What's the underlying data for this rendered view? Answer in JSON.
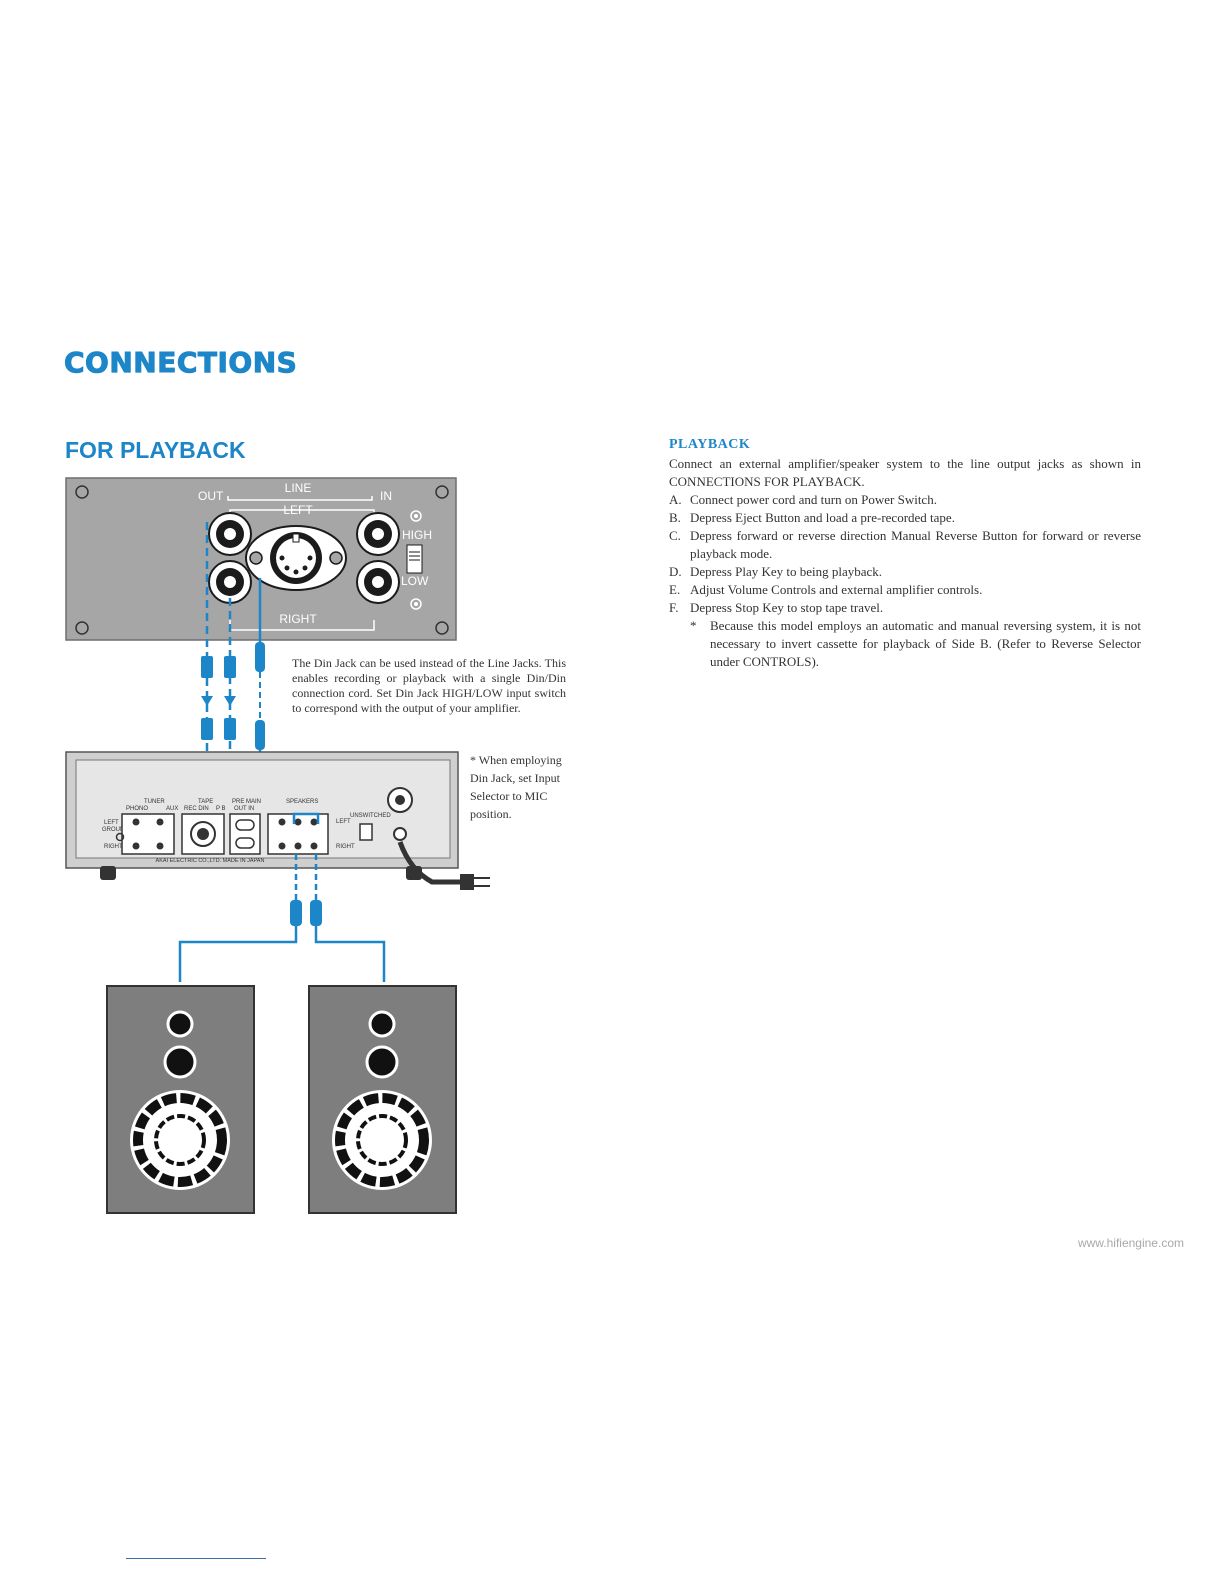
{
  "page": {
    "title": "CONNECTIONS",
    "section": "FOR PLAYBACK",
    "watermark": "www.hifiengine.com"
  },
  "diagram": {
    "deck_panel": {
      "line": "LINE",
      "out": "OUT",
      "in": "IN",
      "left": "LEFT",
      "right": "RIGHT",
      "high": "HIGH",
      "low": "LOW"
    },
    "amp_panel": {
      "tuner": "TUNER",
      "phono": "PHONO",
      "aux": "AUX",
      "tape": "TAPE",
      "rec_din": "REC DIN",
      "pb": "P B",
      "pre_main": "PRE MAIN",
      "out_in": "OUT IN",
      "speakers": "SPEAKERS",
      "unswitched": "UNSWITCHED",
      "left_ground": "LEFT",
      "ground": "GROUND",
      "right": "RIGHT",
      "left_out": "LEFT",
      "right_out": "RIGHT",
      "maker": "AKAI ELECTRIC CO.,LTD. MADE IN JAPAN"
    },
    "din_note": "The Din Jack can be used instead of the Line Jacks. This enables recording or playback with a single Din/Din connection cord. Set Din Jack HIGH/LOW input switch to correspond with the output of your amplifier.",
    "din_note2": "* When employing Din Jack, set Input Selector to MIC position."
  },
  "playback": {
    "heading": "PLAYBACK",
    "intro": "Connect an external amplifier/speaker system to the line output jacks as shown in CONNECTIONS FOR PLAYBACK.",
    "steps": [
      {
        "marker": "A.",
        "text": "Connect power cord and turn on Power Switch."
      },
      {
        "marker": "B.",
        "text": "Depress Eject Button and load a pre-recorded tape."
      },
      {
        "marker": "C.",
        "text": "Depress forward or reverse direction Manual Reverse Button for forward or reverse playback mode."
      },
      {
        "marker": "D.",
        "text": "Depress Play Key to being playback."
      },
      {
        "marker": "E.",
        "text": "Adjust Volume Controls and external amplifier controls."
      },
      {
        "marker": "F.",
        "text": "Depress Stop Key to stop tape travel."
      }
    ],
    "note_marker": "*",
    "note": "Because this model employs an automatic and manual reversing system, it is not necessary to invert cassette for playback of Side B. (Refer to Reverse Selector under CONTROLS)."
  },
  "colors": {
    "accent": "#1d86c8",
    "panel": "#a6a6a6",
    "speaker": "#7e7e7e"
  }
}
